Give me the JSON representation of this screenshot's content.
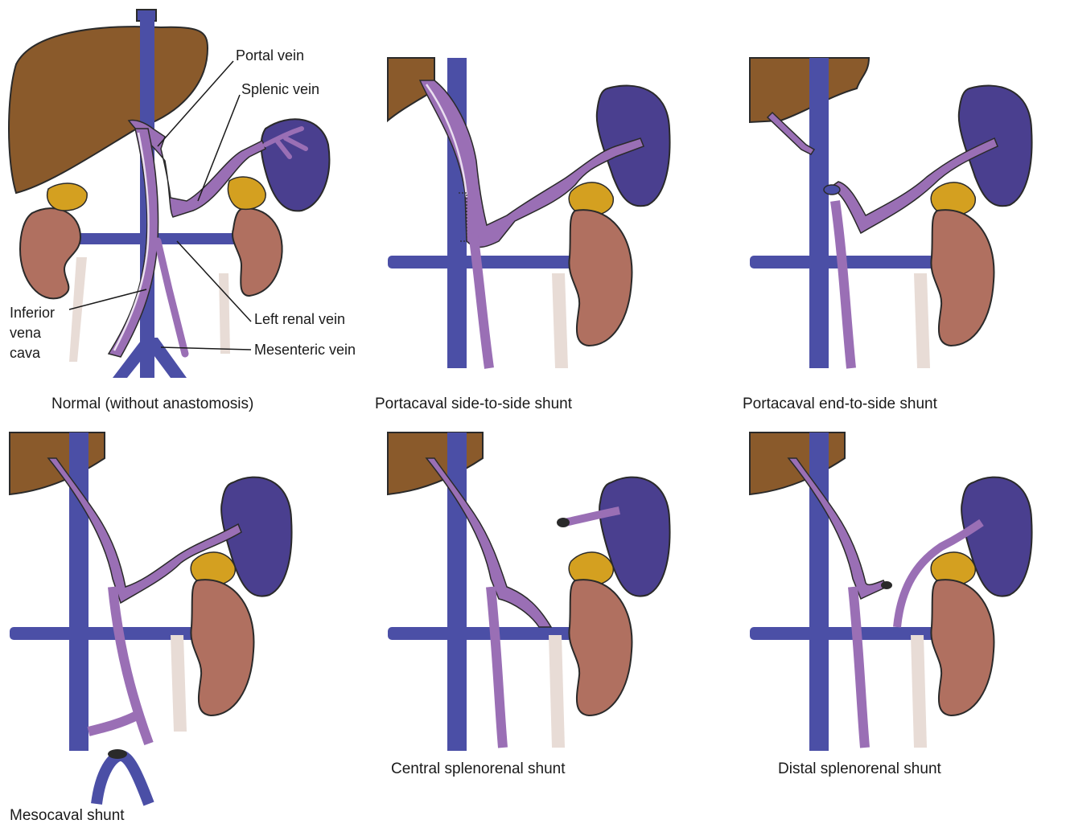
{
  "colors": {
    "liver": "#8a5a2b",
    "vena_cava": "#4b4fa6",
    "portal": "#9a6fb5",
    "portal_highlight": "#eadff0",
    "spleen": "#4a3f8f",
    "kidney": "#b07060",
    "adrenal": "#d4a020",
    "ureter": "#e8dcd6",
    "outline": "#2a2a2a"
  },
  "labels": {
    "portal_vein": "Portal vein",
    "splenic_vein": "Splenic vein",
    "inferior_vena_cava": [
      "Inferior",
      "vena",
      "cava"
    ],
    "left_renal_vein": "Left renal vein",
    "mesenteric_vein": "Mesenteric vein"
  },
  "panels": [
    {
      "id": "normal",
      "caption": "Normal (without anastomosis)"
    },
    {
      "id": "portacaval-side-to-side",
      "caption": "Portacaval side-to-side shunt"
    },
    {
      "id": "portacaval-end-to-side",
      "caption": "Portacaval end-to-side shunt"
    },
    {
      "id": "mesocaval",
      "caption": "Mesocaval shunt"
    },
    {
      "id": "central-splenorenal",
      "caption": "Central splenorenal shunt"
    },
    {
      "id": "distal-splenorenal",
      "caption": "Distal splenorenal shunt"
    }
  ]
}
